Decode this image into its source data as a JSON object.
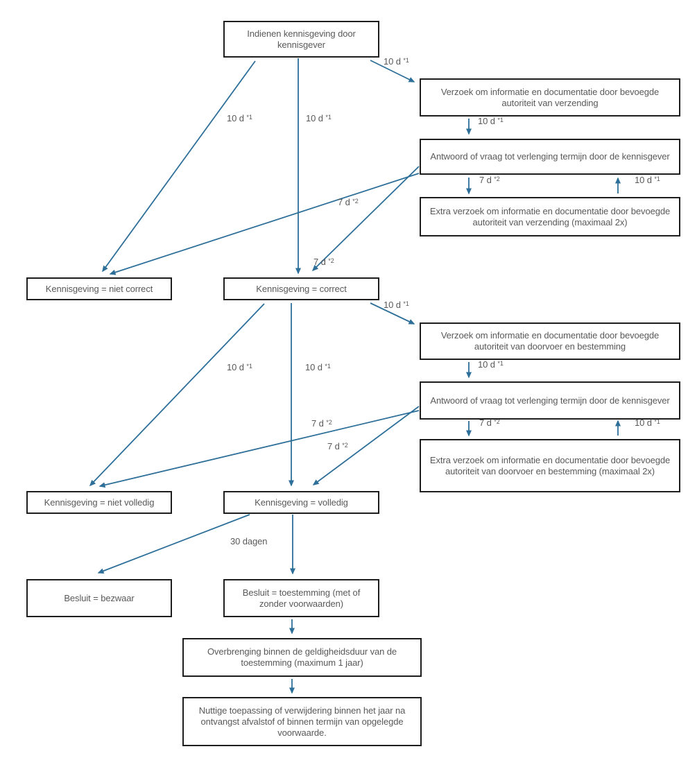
{
  "colors": {
    "arrow": "#2d6f99",
    "box_border": "#1d1d1d",
    "text": "#595959"
  },
  "boxes": {
    "indienen": {
      "text": "Indienen kennisgeving door kennisgever"
    },
    "verzoek_verzending": {
      "text": "Verzoek om informatie en documentatie door bevoegde autoriteit van verzending"
    },
    "antwoord_1": {
      "text": "Antwoord of vraag tot verlenging termijn door de kennisgever"
    },
    "extra_verzending": {
      "text": "Extra verzoek om informatie en documentatie door bevoegde autoriteit van verzending (maximaal 2x)"
    },
    "niet_correct": {
      "text": "Kennisgeving = niet correct"
    },
    "correct": {
      "text": "Kennisgeving = correct"
    },
    "verzoek_doorvoer": {
      "text": "Verzoek om informatie en documentatie door bevoegde autoriteit van doorvoer en bestemming"
    },
    "antwoord_2": {
      "text": "Antwoord of vraag tot verlenging termijn door de kennisgever"
    },
    "extra_doorvoer": {
      "text": "Extra verzoek om informatie en documentatie door bevoegde autoriteit van doorvoer en bestemming (maximaal 2x)"
    },
    "niet_volledig": {
      "text": "Kennisgeving = niet volledig"
    },
    "volledig": {
      "text": "Kennisgeving = volledig"
    },
    "bezwaar": {
      "text": "Besluit = bezwaar"
    },
    "toestemming": {
      "text": "Besluit = toestemming (met of zonder voorwaarden)"
    },
    "overbrenging": {
      "text": "Overbrenging binnen de geldigheidsduur van de toestemming (maximum 1 jaar)"
    },
    "nuttige_toepassing": {
      "text": "Nuttige toepassing of verwijdering binnen het jaar na ontvangst afvalstof of binnen termijn van opgelegde voorwaarde."
    }
  },
  "labels": [
    {
      "text": "10 d ",
      "sup": "*1"
    },
    {
      "text": "10 d ",
      "sup": "*1"
    },
    {
      "text": "10 d ",
      "sup": "*1"
    },
    {
      "text": "10 d ",
      "sup": "*1"
    },
    {
      "text": "7 d ",
      "sup": "*2"
    },
    {
      "text": "10 d ",
      "sup": "*1"
    },
    {
      "text": "7 d ",
      "sup": "*2"
    },
    {
      "text": "7 d ",
      "sup": "*2"
    },
    {
      "text": "10 d ",
      "sup": "*1"
    },
    {
      "text": "10 d ",
      "sup": "*1"
    },
    {
      "text": "10 d ",
      "sup": "*1"
    },
    {
      "text": "10 d ",
      "sup": "*1"
    },
    {
      "text": "7 d ",
      "sup": "*2"
    },
    {
      "text": "10 d ",
      "sup": "*1"
    },
    {
      "text": "7 d ",
      "sup": "*2"
    },
    {
      "text": "7 d ",
      "sup": "*2"
    },
    {
      "text": "30 dagen"
    }
  ]
}
